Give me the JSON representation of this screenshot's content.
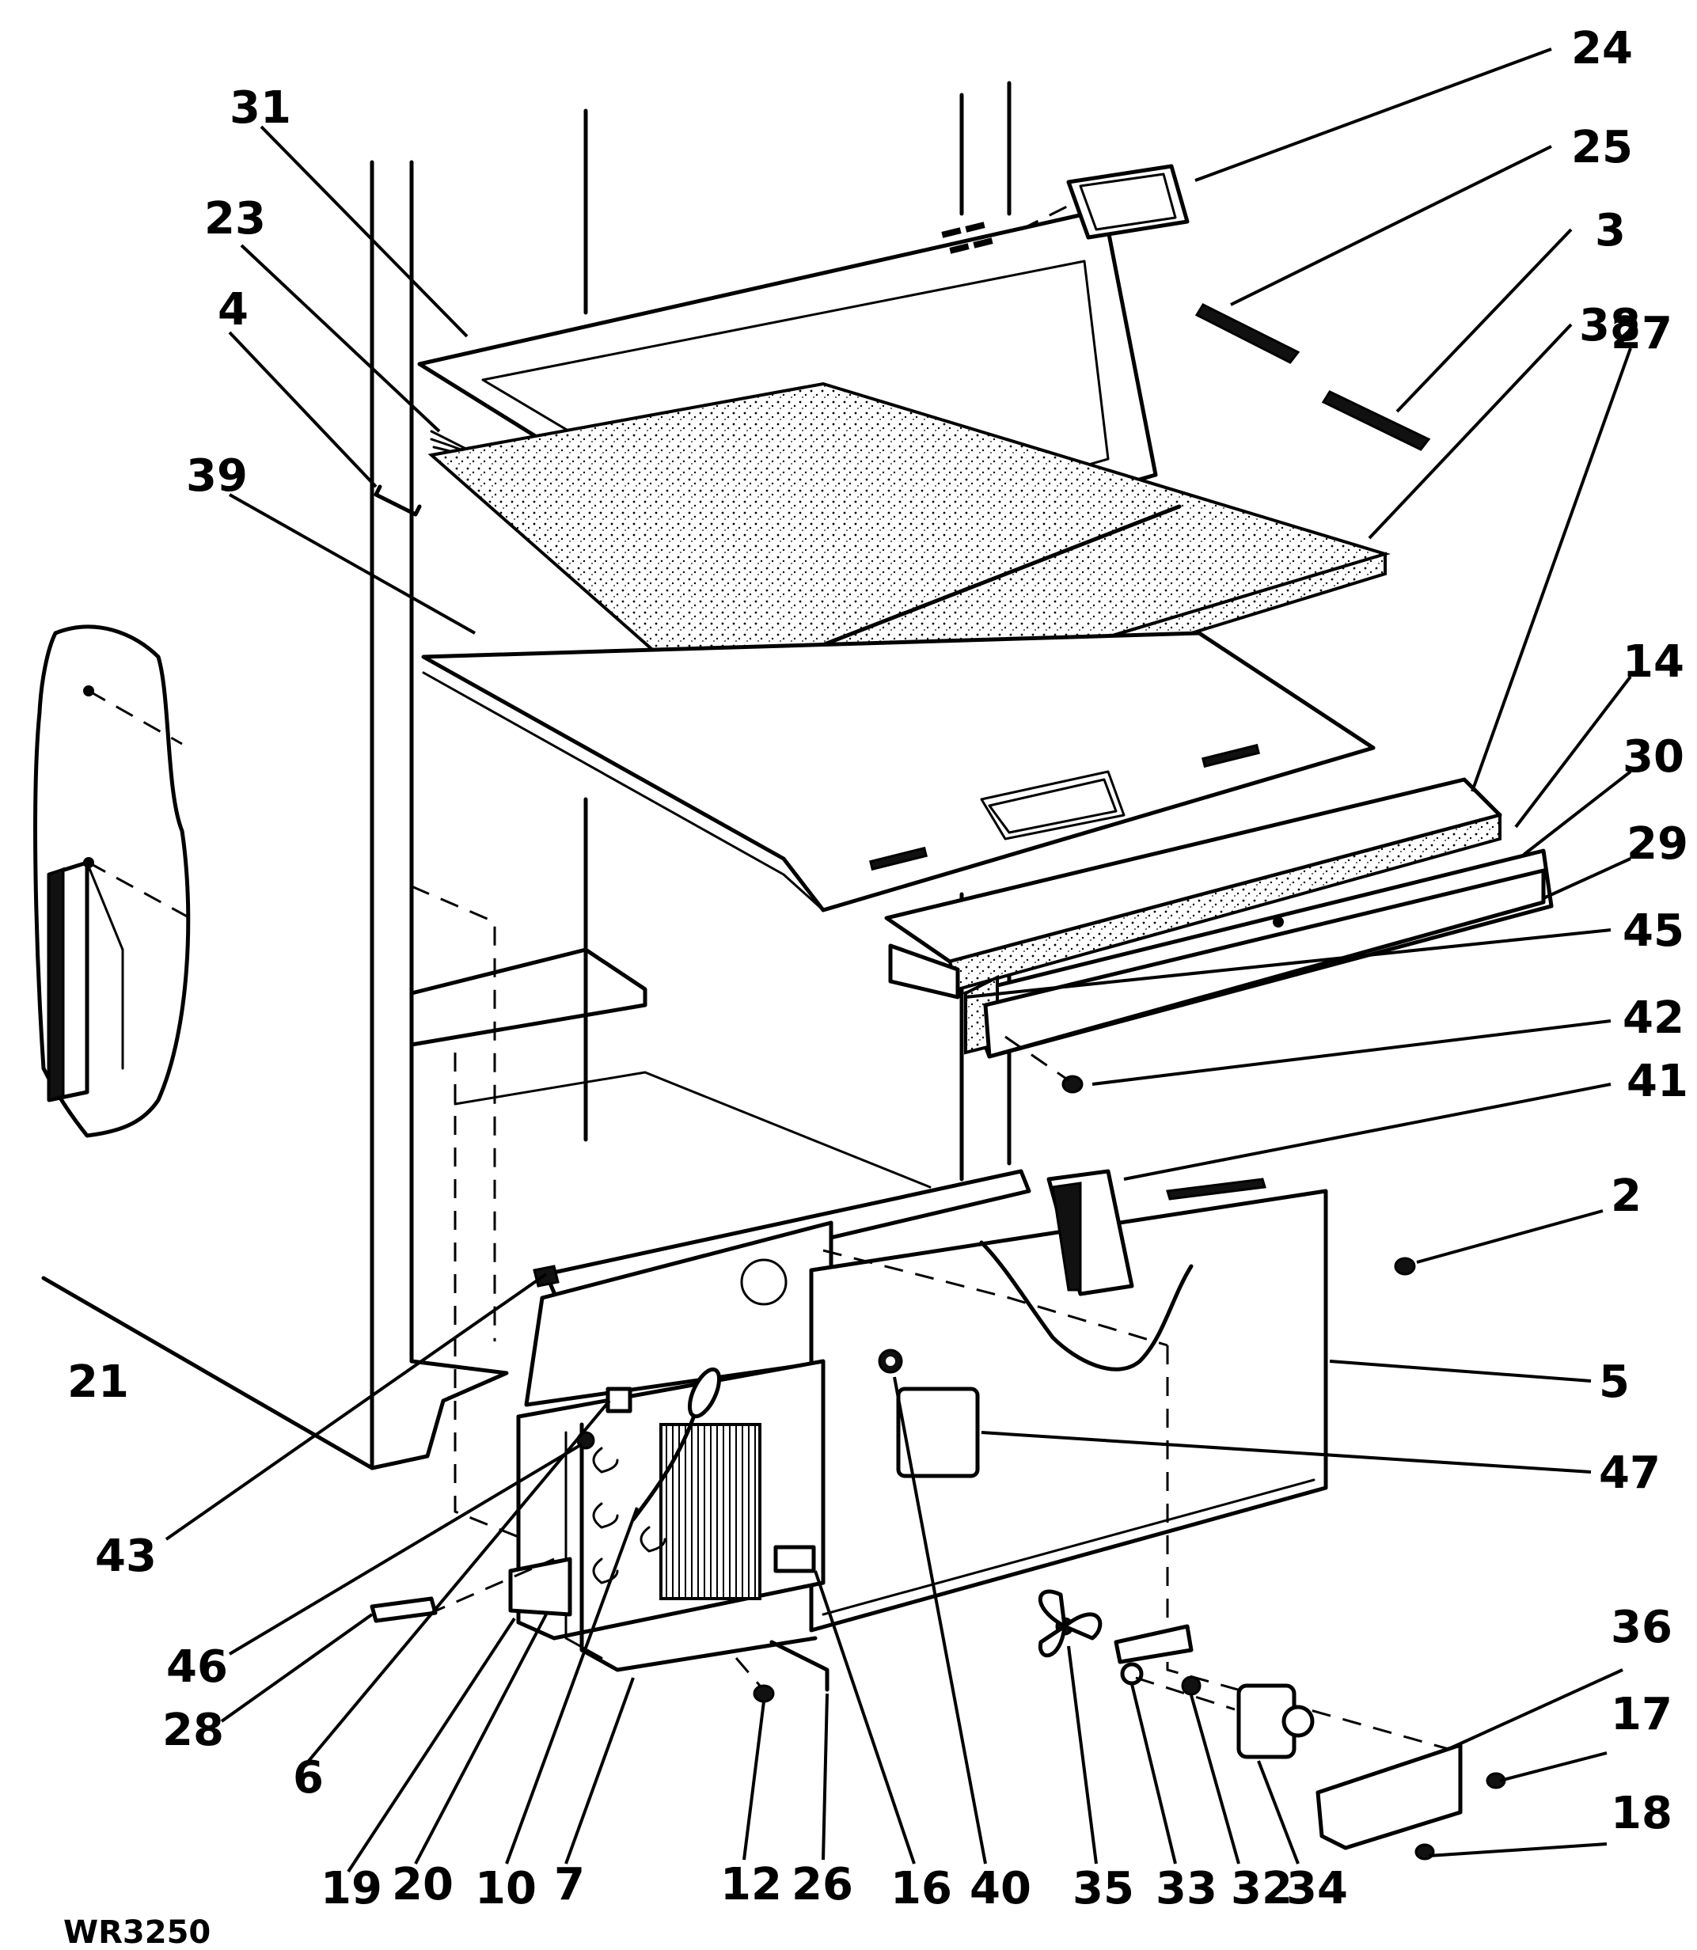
{
  "diagram_code": "WR3250",
  "callouts": [
    "24",
    "25",
    "3",
    "38",
    "31",
    "23",
    "4",
    "39",
    "27",
    "14",
    "30",
    "29",
    "45",
    "42",
    "41",
    "2",
    "5",
    "47",
    "21",
    "43",
    "46",
    "28",
    "6",
    "19",
    "20",
    "10",
    "7",
    "12",
    "26",
    "16",
    "40",
    "35",
    "33",
    "32",
    "34",
    "36",
    "17",
    "18"
  ]
}
